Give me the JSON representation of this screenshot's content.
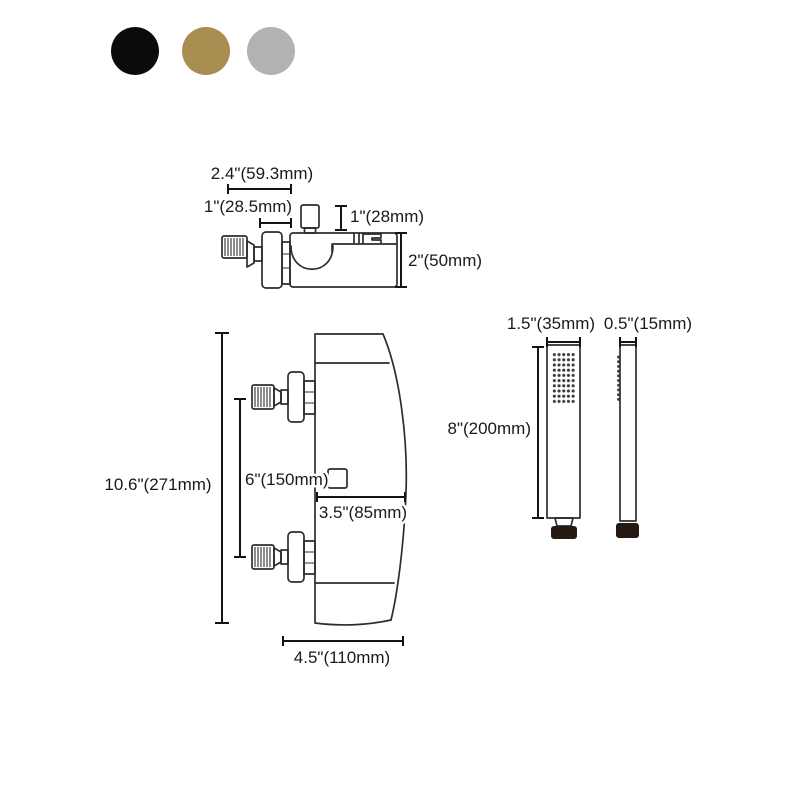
{
  "product_colors": {
    "black": "#0b0b0b",
    "gold": "#aa8d50",
    "chrome": "#b3b1b2"
  },
  "valve_top_view": {
    "width": "2.4\"(59.3mm)",
    "inlet_offset": "1\"(28.5mm)",
    "knob_height": "1\"(28mm)",
    "body_height": "2\"(50mm)"
  },
  "valve_front_view": {
    "total_height": "10.6\"(271mm)",
    "inlet_spacing": "6\"(150mm)",
    "spout_width": "3.5\"(85mm)",
    "body_width": "4.5\"(110mm)"
  },
  "hand_shower": {
    "head_width": "1.5\"(35mm)",
    "head_depth": "0.5\"(15mm)",
    "length": "8\"(200mm)"
  },
  "accents": {
    "handle_cap": "#241a13",
    "line": "#2d2d2d",
    "dimension_line": "#141414"
  }
}
